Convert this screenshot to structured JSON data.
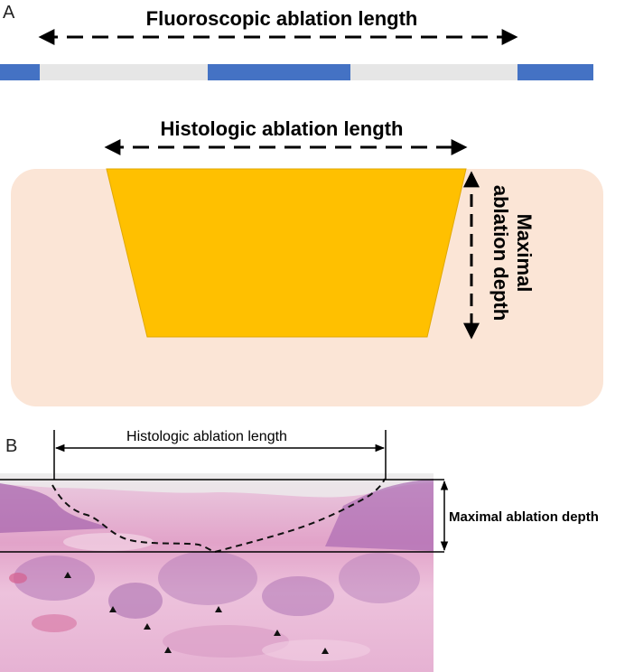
{
  "panel_a": {
    "label": "A",
    "fluoroscopic_title": "Fluoroscopic ablation length",
    "histologic_title": "Histologic ablation length",
    "depth_line1": "Maximal",
    "depth_line2": "ablation depth"
  },
  "panel_b": {
    "label": "B",
    "histologic_title": "Histologic ablation length",
    "depth_label": "Maximal ablation depth"
  },
  "colors": {
    "electrode_blue": "#4472c4",
    "gap_gray": "#e6e6e6",
    "tissue_peach": "#fbe5d6",
    "ablation_gold": "#ffc000",
    "stain_pink": "#e8a8cf",
    "stain_purple": "#9b5aa8"
  }
}
